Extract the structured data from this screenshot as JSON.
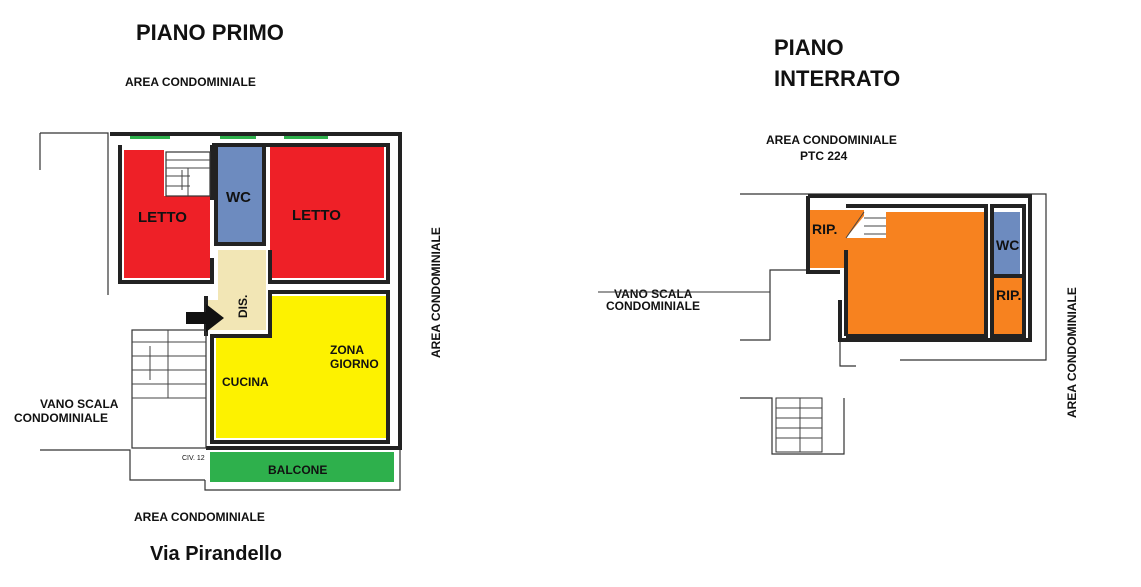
{
  "floors": [
    {
      "title": "PIANO PRIMO",
      "labels": {
        "area_top": "AREA CONDOMINIALE",
        "area_right": "AREA CONDOMINIALE",
        "area_bottom": "AREA CONDOMINIALE",
        "stair_1": "VANO SCALA",
        "stair_2": "CONDOMINIALE",
        "civic": "CIV. 12",
        "street": "Via Pirandello"
      },
      "rooms": {
        "letto_1": "LETTO",
        "wc": "WC",
        "letto_2": "LETTO",
        "dis": "DIS.",
        "cucina": "CUCINA",
        "zona_1": "ZONA",
        "zona_2": "GIORNO",
        "balcone": "BALCONE"
      }
    },
    {
      "title_1": "PIANO",
      "title_2": "INTERRATO",
      "labels": {
        "area_top_1": "AREA CONDOMINIALE",
        "area_top_2": "PTC 224",
        "area_right": "AREA CONDOMINIALE",
        "stair_1": "VANO SCALA",
        "stair_2": "CONDOMINIALE"
      },
      "rooms": {
        "rip_1": "RIP.",
        "wc": "WC",
        "rip_2": "RIP."
      }
    }
  ],
  "colors": {
    "letto": "#ee2027",
    "wc": "#6d8bbf",
    "dis": "#f2e6b5",
    "giorno": "#fdf200",
    "balcone": "#2eb04c",
    "interrato": "#f7821f"
  }
}
